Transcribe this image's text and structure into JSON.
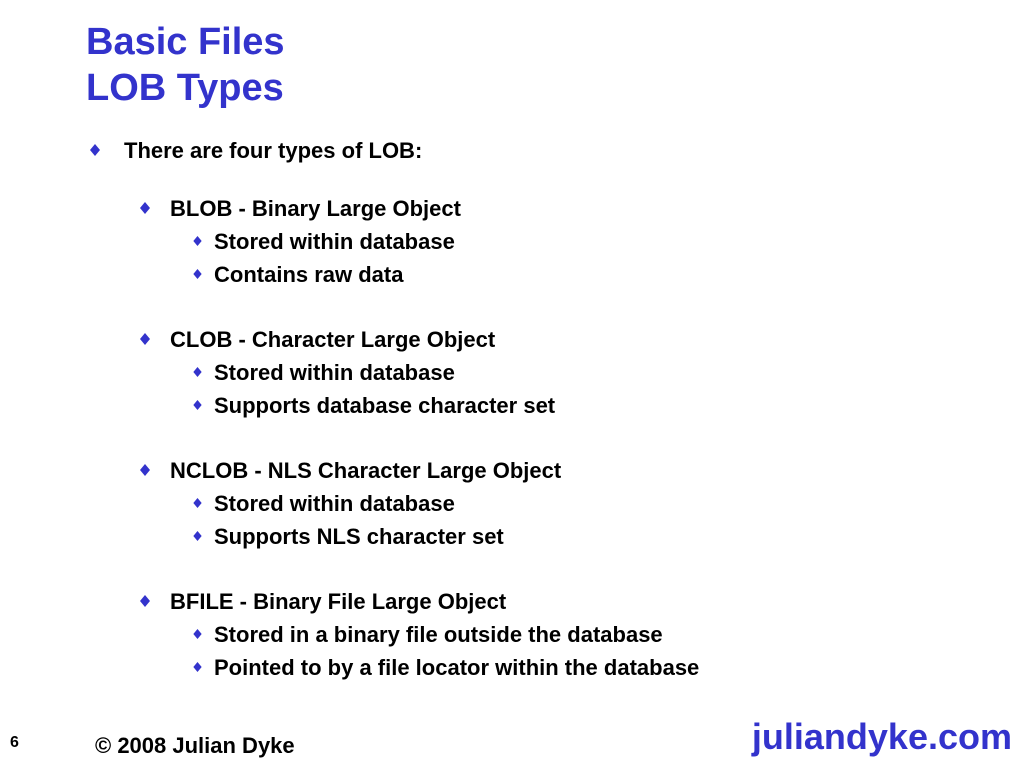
{
  "title": {
    "line1": "Basic Files",
    "line2": "LOB Types"
  },
  "intro": "There are four types of LOB:",
  "lob_types": [
    {
      "label": "BLOB - Binary Large Object",
      "details": [
        "Stored within database",
        "Contains raw data"
      ]
    },
    {
      "label": "CLOB - Character Large Object",
      "details": [
        "Stored within database",
        "Supports database character set"
      ]
    },
    {
      "label": "NCLOB - NLS Character Large Object",
      "details": [
        "Stored within database",
        "Supports NLS character set"
      ]
    },
    {
      "label": "BFILE - Binary File Large Object",
      "details": [
        "Stored in a binary file outside the database",
        "Pointed to by a file locator within the database"
      ]
    }
  ],
  "footer": {
    "page_number": "6",
    "copyright": "© 2008 Julian Dyke",
    "website": "juliandyke.com"
  },
  "icons": {
    "bullet": "diamond-bullet-icon"
  },
  "colors": {
    "accent": "#3333cc",
    "text": "#000000",
    "background": "#ffffff"
  }
}
